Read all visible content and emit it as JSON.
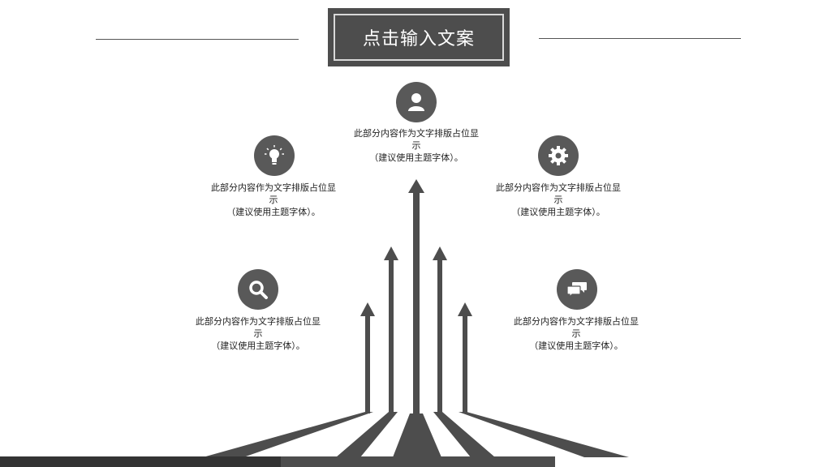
{
  "title": "点击输入文案",
  "colors": {
    "dark": "#4d4d4d",
    "icon": "#595959",
    "line": "#555555",
    "bar_left": "#333333",
    "bar_right": "#4d4d4d"
  },
  "items": [
    {
      "icon": "user-icon",
      "line1": "此部分内容作为文字排版占位显",
      "line2": "示",
      "line3": "（建议使用主题字体）。"
    },
    {
      "icon": "lightbulb-icon",
      "line1": "此部分内容作为文字排版占位显",
      "line2": "示",
      "line3": "（建议使用主题字体）。"
    },
    {
      "icon": "gear-icon",
      "line1": "此部分内容作为文字排版占位显",
      "line2": "示",
      "line3": "（建议使用主题字体）。"
    },
    {
      "icon": "search-icon",
      "line1": "此部分内容作为文字排版占位显",
      "line2": "示",
      "line3": "（建议使用主题字体）。"
    },
    {
      "icon": "chat-icon",
      "line1": "此部分内容作为文字排版占位显",
      "line2": "示",
      "line3": "（建议使用主题字体）。"
    }
  ]
}
